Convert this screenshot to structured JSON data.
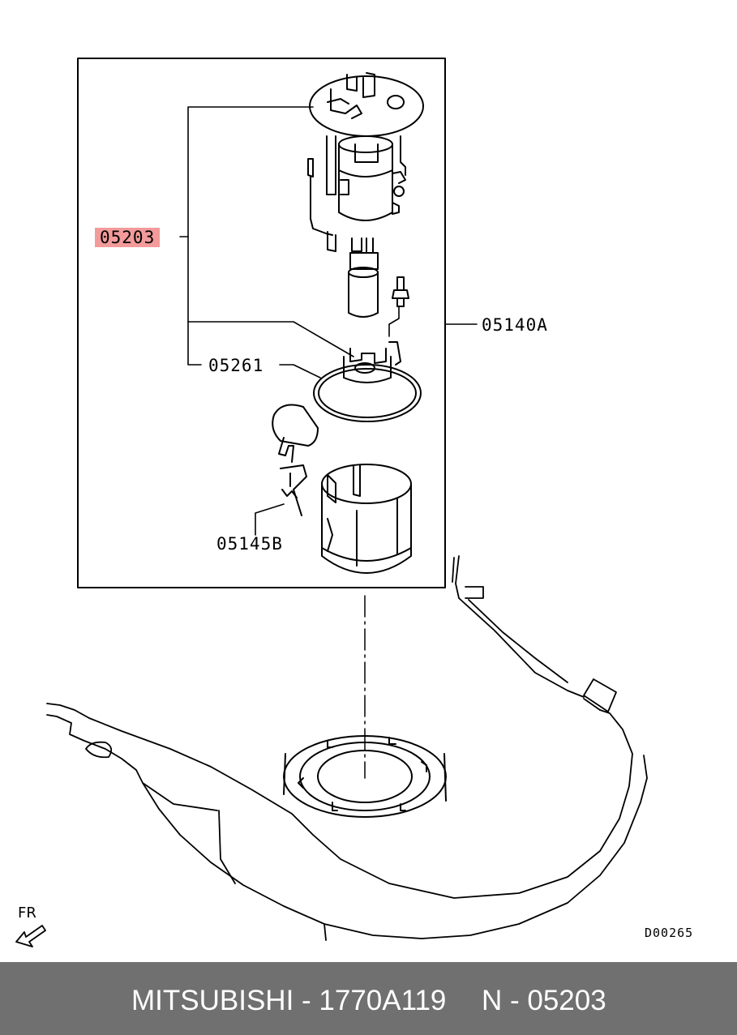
{
  "diagram": {
    "callouts": {
      "fuel_pump_module": "05203",
      "pump_assembly": "05140A",
      "gasket": "05261",
      "sender_unit": "05145B"
    },
    "drawing_code": "D00265",
    "direction_marker": "FR",
    "highlight_color": "#f39a9a"
  },
  "footer": {
    "part_title": "MITSUBISHI - 1770A119",
    "reference": "N - 05203",
    "background_color": "#707070"
  }
}
